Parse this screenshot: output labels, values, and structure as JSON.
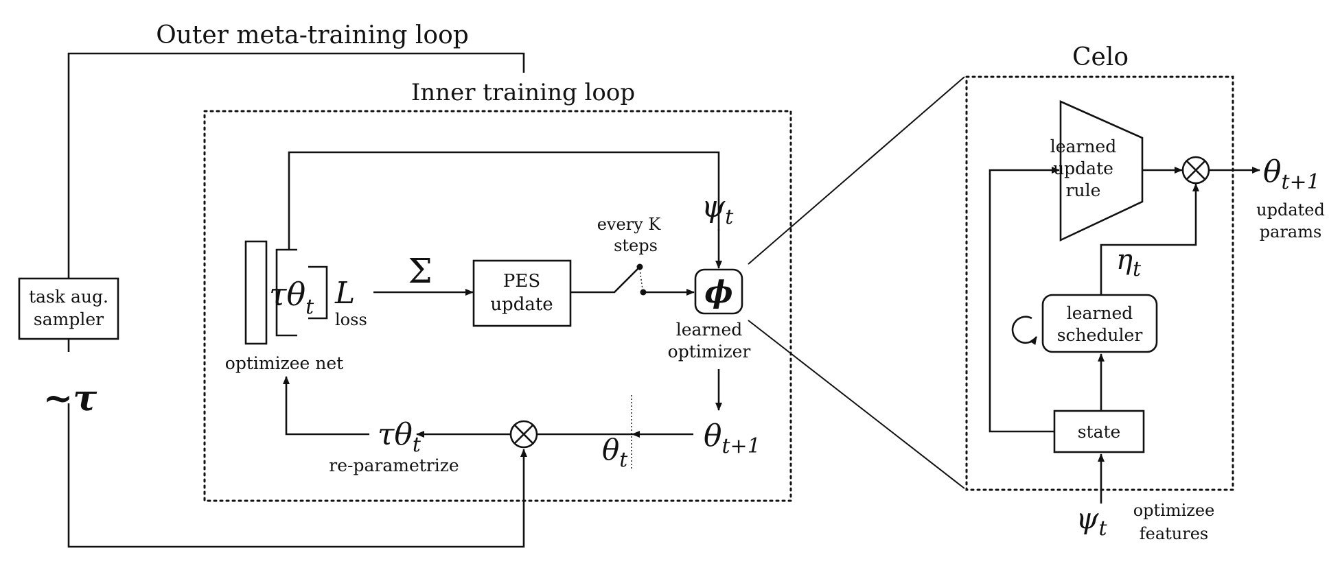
{
  "labels": {
    "outer_loop": "Outer meta-training loop",
    "inner_loop": "Inner training loop",
    "celo": "Celo",
    "task_sampler_line1": "task aug.",
    "task_sampler_line2": "sampler",
    "tilde_tau": "~τ",
    "optimizee_net": "optimizee net",
    "loss_symbol": "L",
    "loss": "loss",
    "sigma": "Σ",
    "pes_line1": "PES",
    "pes_line2": "update",
    "every_k_line1": "every K",
    "every_k_line2": "steps",
    "phi": "ϕ",
    "learned_optimizer_line1": "learned",
    "learned_optimizer_line2": "optimizer",
    "reparametrize": "re-parametrize",
    "learned_update_rule_line1": "learned",
    "learned_update_rule_line2": "update",
    "learned_update_rule_line3": "rule",
    "learned_scheduler_line1": "learned",
    "learned_scheduler_line2": "scheduler",
    "state": "state",
    "updated_params_line1": "updated",
    "updated_params_line2": "params",
    "optimizee_features_line1": "optimizee",
    "optimizee_features_line2": "features"
  },
  "math": {
    "tau": "τ",
    "theta": "θ",
    "sub_t": "t",
    "sub_t1": "t+1",
    "psi": "ψ",
    "eta": "η"
  }
}
